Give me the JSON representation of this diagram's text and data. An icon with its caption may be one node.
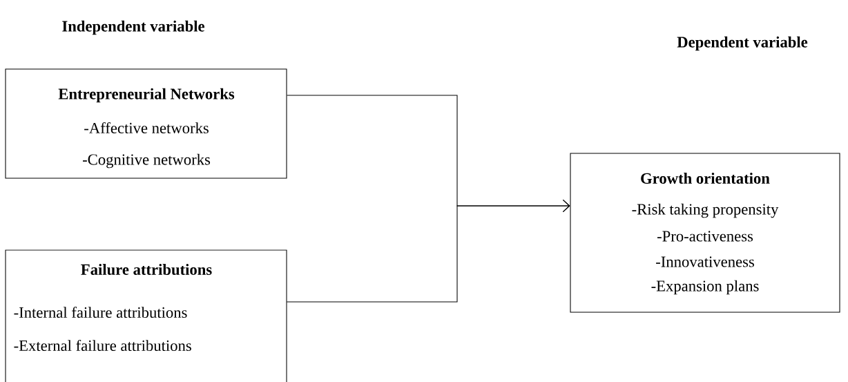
{
  "diagram": {
    "nodes": [
      {
        "text": [
          "Entrepreneurial Networks",
          "-Affective networks",
          "-Cognitive networks"
        ]
      },
      {
        "text": [
          "Failure attributions",
          "-Internal failure attributions",
          "-External failure attributions"
        ]
      },
      {
        "text": [
          "Growth orientation",
          "-Risk taking propensity",
          "-Pro-activeness",
          "-Innovativeness",
          "-Expansion plans"
        ]
      }
    ],
    "edges": [
      {
        "from": 0,
        "to": 2,
        "arrow": "to"
      },
      {
        "from": 1,
        "to": 2,
        "arrow": "to"
      }
    ],
    "labels": [
      "Independent variable",
      "Dependent variable"
    ]
  }
}
